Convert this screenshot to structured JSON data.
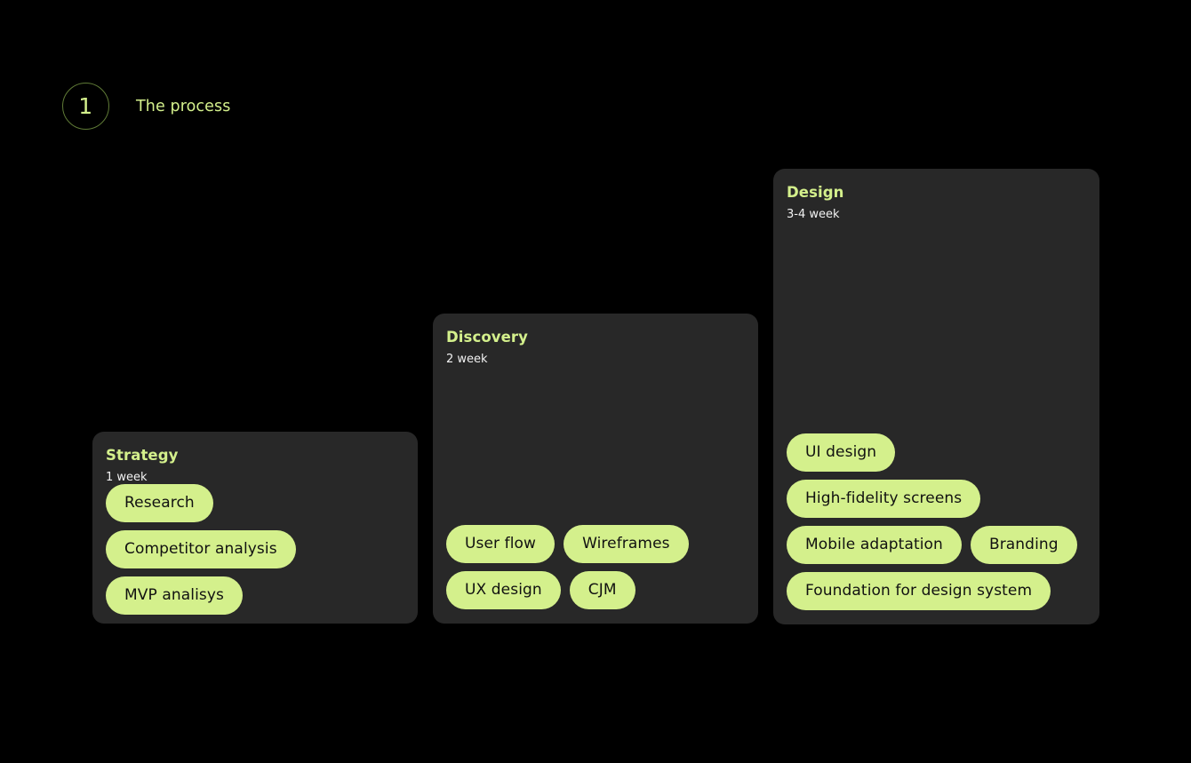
{
  "page": {
    "background_color": "#000000",
    "card_color": "#282828",
    "accent_color": "#d4f08c",
    "tag_text_color": "#111111",
    "muted_text_color": "#f2f2f2"
  },
  "header": {
    "step_number": "1",
    "title": "The process",
    "badge_icon": "circle-outline-icon"
  },
  "cards": [
    {
      "id": "strategy",
      "title": "Strategy",
      "duration": "1 week",
      "tags": [
        "Research",
        "Competitor analysis",
        "MVP analisys"
      ]
    },
    {
      "id": "discovery",
      "title": "Discovery",
      "duration": "2 week",
      "tags": [
        "User flow",
        "Wireframes",
        "UX design",
        "CJM"
      ]
    },
    {
      "id": "design",
      "title": "Design",
      "duration": "3-4 week",
      "tags": [
        "UI design",
        "High-fidelity screens",
        "Mobile adaptation",
        "Branding",
        "Foundation for design system"
      ]
    }
  ]
}
